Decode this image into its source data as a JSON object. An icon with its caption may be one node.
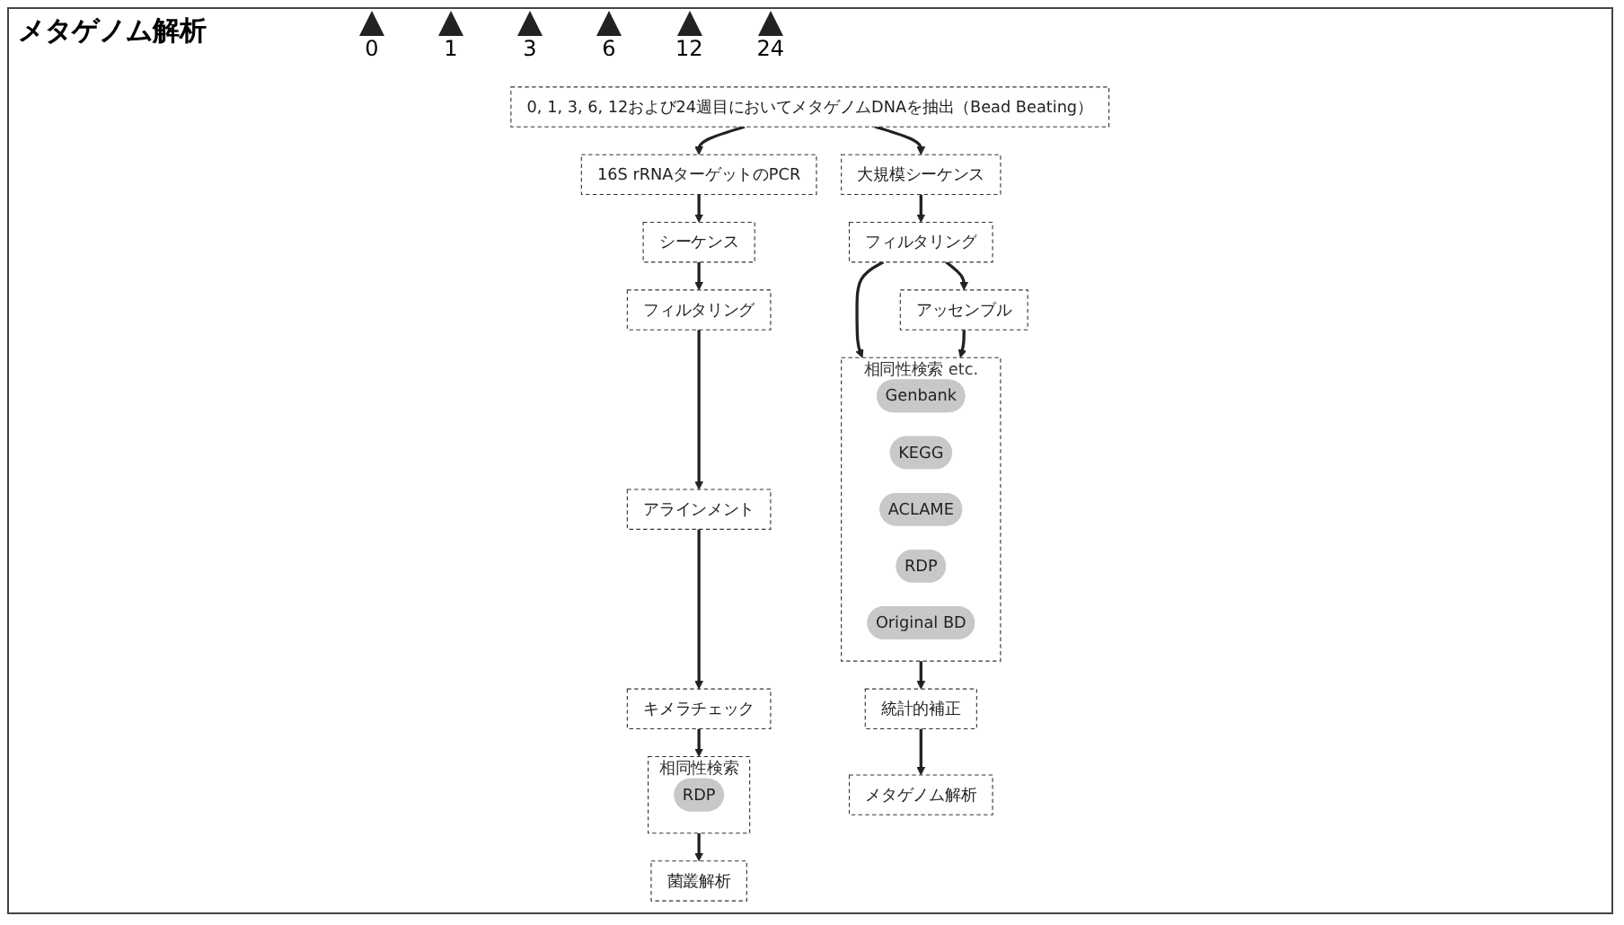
{
  "diagram": {
    "title": "メタゲノム解析",
    "nodes": [
      {
        "text": [
          "0, 1, 3, 6, 12および24週目においてメタゲノムDNAを抽出（Bead Beating）"
        ]
      },
      {
        "text": [
          "大規模シーケンス"
        ]
      },
      {
        "text": [
          "フィルタリング"
        ]
      },
      {
        "text": [
          "アッセンブル"
        ]
      },
      {
        "text": [
          "相同性検索",
          "etc."
        ]
      },
      {
        "text": [
          "Genbank"
        ],
        "in": 4
      },
      {
        "text": [
          "KEGG"
        ],
        "in": 4
      },
      {
        "text": [
          "ACLAME"
        ],
        "in": 4
      },
      {
        "text": [
          "RDP"
        ],
        "in": 4
      },
      {
        "text": [
          "Original BD"
        ],
        "in": 4
      },
      {
        "text": [
          "統計的補正"
        ]
      },
      {
        "text": [
          "メタゲノム解析"
        ]
      },
      {
        "text": [
          "16S rRNAターゲットのPCR"
        ]
      },
      {
        "text": [
          "シーケンス"
        ]
      },
      {
        "text": [
          "フィルタリング"
        ]
      },
      {
        "text": [
          "アラインメント"
        ]
      },
      {
        "text": [
          "キメラチェック"
        ]
      },
      {
        "text": [
          "相同性検索"
        ]
      },
      {
        "text": [
          "RDP"
        ],
        "in": 17
      },
      {
        "text": [
          "菌叢解析"
        ]
      }
    ],
    "edges": [
      {
        "from": 0,
        "to": 1,
        "arrow": "to"
      },
      {
        "from": 0,
        "to": 12,
        "arrow": "to"
      },
      {
        "from": 1,
        "to": 2,
        "arrow": "to"
      },
      {
        "from": 2,
        "to": 3,
        "arrow": "to"
      },
      {
        "from": 2,
        "to": 4,
        "arrow": "to"
      },
      {
        "from": 3,
        "to": 4,
        "arrow": "to"
      },
      {
        "from": 4,
        "to": 10,
        "arrow": "to"
      },
      {
        "from": 10,
        "to": 11,
        "arrow": "to"
      },
      {
        "from": 12,
        "to": 13,
        "arrow": "to"
      },
      {
        "from": 13,
        "to": 14,
        "arrow": "to"
      },
      {
        "from": 14,
        "to": 15,
        "arrow": "to"
      },
      {
        "from": 15,
        "to": 16,
        "arrow": "to"
      },
      {
        "from": 16,
        "to": 17,
        "arrow": "to"
      },
      {
        "from": 17,
        "to": 19,
        "arrow": "to"
      }
    ],
    "labels": [
      "0",
      "1",
      "3",
      "6",
      "12",
      "24"
    ]
  }
}
